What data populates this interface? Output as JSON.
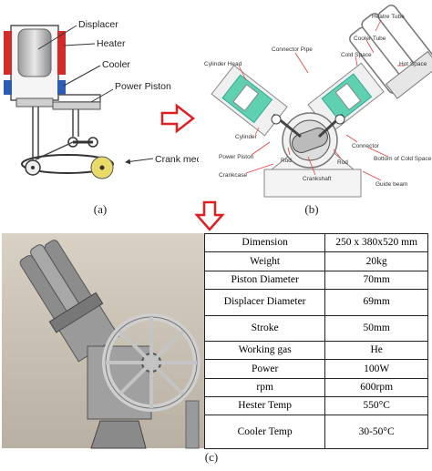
{
  "panel_a": {
    "caption": "(a)",
    "labels": {
      "displacer": "Displacer",
      "heater": "Heater",
      "cooler": "Cooler",
      "power_piston": "Power Piston",
      "crank": "Crank mechanism"
    }
  },
  "panel_b": {
    "caption": "(b)",
    "labels": {
      "heater_tube": "Heatre Tube",
      "cooler_tube": "Cooler Tube",
      "connector_pipe": "Connector Pipe",
      "cold_space": "Cold Space",
      "hot_space": "Hot Space",
      "cylinder_head": "Cylinder Head",
      "cylinder": "Cylinder",
      "power_piston": "Power Piston",
      "crankcase": "Crankcase",
      "rod_left": "Rod",
      "crankshaft": "Crankshaft",
      "rod_right": "Rod",
      "connector": "Connector",
      "bottom_cold": "Bottom of Cold Space",
      "guide_beam": "Guide beam"
    }
  },
  "panel_c": {
    "caption": "(c)",
    "specs": [
      {
        "label": "Dimension",
        "value": "250 x 380x520 mm"
      },
      {
        "label": "Weight",
        "value": "20kg"
      },
      {
        "label": "Piston Diameter",
        "value": "70mm"
      },
      {
        "label": "Displacer Diameter",
        "value": "69mm"
      },
      {
        "label": "Stroke",
        "value": "50mm"
      },
      {
        "label": "Working gas",
        "value": "He"
      },
      {
        "label": "Power",
        "value": "100W"
      },
      {
        "label": "rpm",
        "value": "600rpm"
      },
      {
        "label": "Hester Temp",
        "value": "550°C"
      },
      {
        "label": "Cooler Temp",
        "value": "30-50°C"
      }
    ]
  },
  "colors": {
    "heater": "#d42a2a",
    "cooler": "#2c5cb8",
    "arrow": "#e02020",
    "cad_green": "#5fd0b0"
  }
}
